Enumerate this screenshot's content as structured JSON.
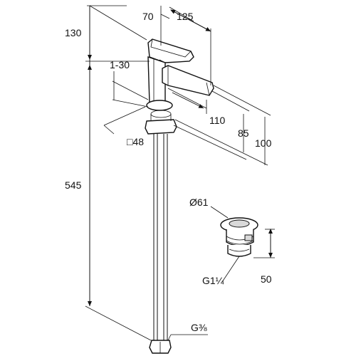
{
  "dimensions": {
    "height_top": "130",
    "spout_offset": "70",
    "spout_reach": "125",
    "deck_thickness": "1-30",
    "spout_length": "110",
    "spout_height": "85",
    "overall_height": "100",
    "base_size": "□48",
    "hose_length": "545",
    "hose_thread": "G⅜",
    "waste_diameter": "Ø61",
    "waste_thread": "G1¼",
    "waste_height": "50"
  }
}
